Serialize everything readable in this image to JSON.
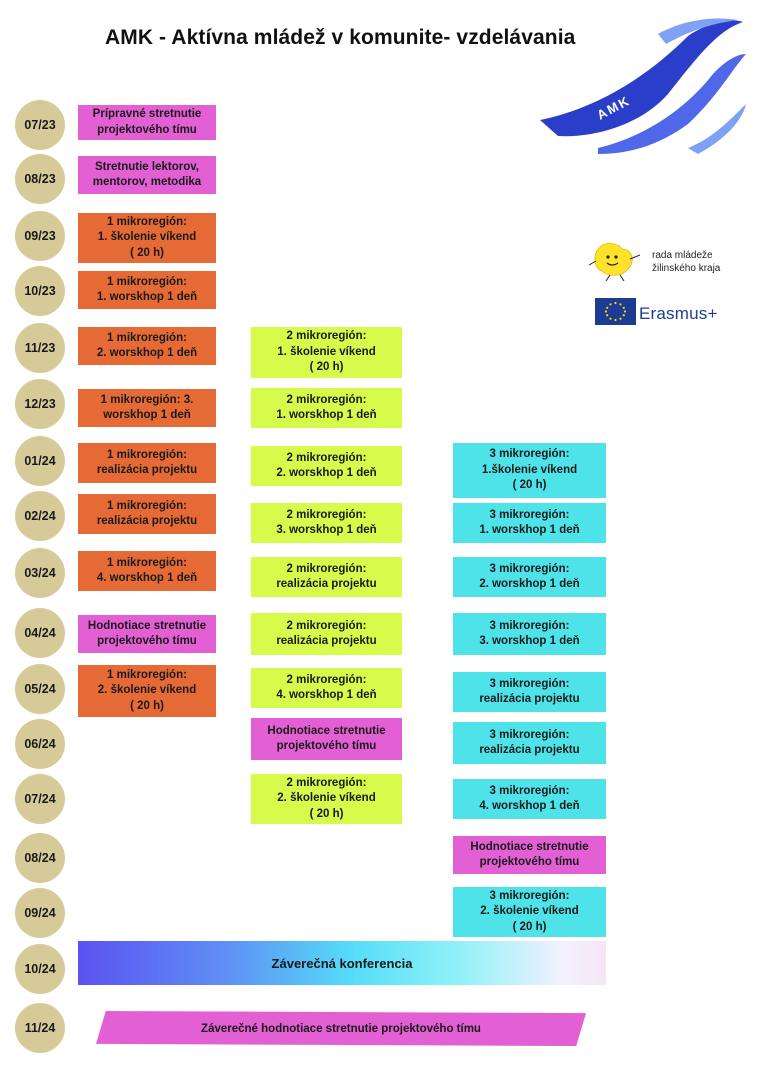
{
  "title": "AMK - Aktívna mládež v komunite- vzdelávania",
  "logo": {
    "text": "AMK",
    "colors": [
      "#2b3ec9",
      "#4f67e8",
      "#7ea0f5"
    ]
  },
  "sponsors": {
    "rada": "rada mládeže\nžilinského kraja",
    "erasmus": "Erasmus+"
  },
  "months": [
    "07/23",
    "08/23",
    "09/23",
    "10/23",
    "11/23",
    "12/23",
    "01/24",
    "02/24",
    "03/24",
    "04/24",
    "05/24",
    "06/24",
    "07/24",
    "08/24",
    "09/24",
    "10/24",
    "11/24"
  ],
  "col1": [
    "Prípravné stretnutie\nprojektového tímu",
    "Stretnutie lektorov,\nmentorov, metodika",
    "1 mikroregión:\n1. školenie víkend\n( 20 h)",
    "1 mikroregión:\n1. worskhop 1 deň",
    "1 mikroregión:\n2. worskhop  1 deň",
    "1 mikroregión: 3.\nworskhop 1 deň",
    "1 mikroregión:\nrealizácia projektu",
    "1 mikroregión:\nrealizácia projektu",
    "1 mikroregión:\n4. worskhop  1 deň",
    "Hodnotiace stretnutie\nprojektového tímu",
    "1 mikroregión:\n2. školenie víkend\n( 20 h)"
  ],
  "col2": [
    "2 mikroregión:\n1. školenie víkend\n( 20 h)",
    "2 mikroregión:\n1. worskhop  1 deň",
    "2 mikroregión:\n2. worskhop  1 deň",
    "2 mikroregión:\n3. worskhop  1 deň",
    "2 mikroregión:\nrealizácia projektu",
    "2 mikroregión:\nrealizácia projektu",
    "2 mikroregión:\n4. worskhop  1 deň",
    "Hodnotiace stretnutie\nprojektového tímu",
    "2 mikroregión:\n2. školenie víkend\n( 20 h)"
  ],
  "col3": [
    "3 mikroregión:\n1.školenie víkend\n( 20 h)",
    "3 mikroregión:\n1. worskhop 1 deň",
    "3 mikroregión:\n2. worskhop  1 deň",
    "3 mikroregión:\n3. worskhop  1 deň",
    "3 mikroregión:\nrealizácia projektu",
    "3 mikroregión:\nrealizácia projektu",
    "3 mikroregión:\n4. worskhop  1 deň",
    "Hodnotiace stretnutie\nprojektového tímu",
    "3 mikroregión:\n2. školenie víkend\n( 20 h)"
  ],
  "conference": "Záverečná konferencia",
  "final_meeting": "Záverečné hodnotiace stretnutie projektového tímu",
  "colors": {
    "month_circle": "#d6ca99",
    "microregion_1": "#e56a36",
    "microregion_2": "#d6fb4b",
    "microregion_3": "#4ee3e9",
    "team_meeting": "#e35fd4"
  }
}
